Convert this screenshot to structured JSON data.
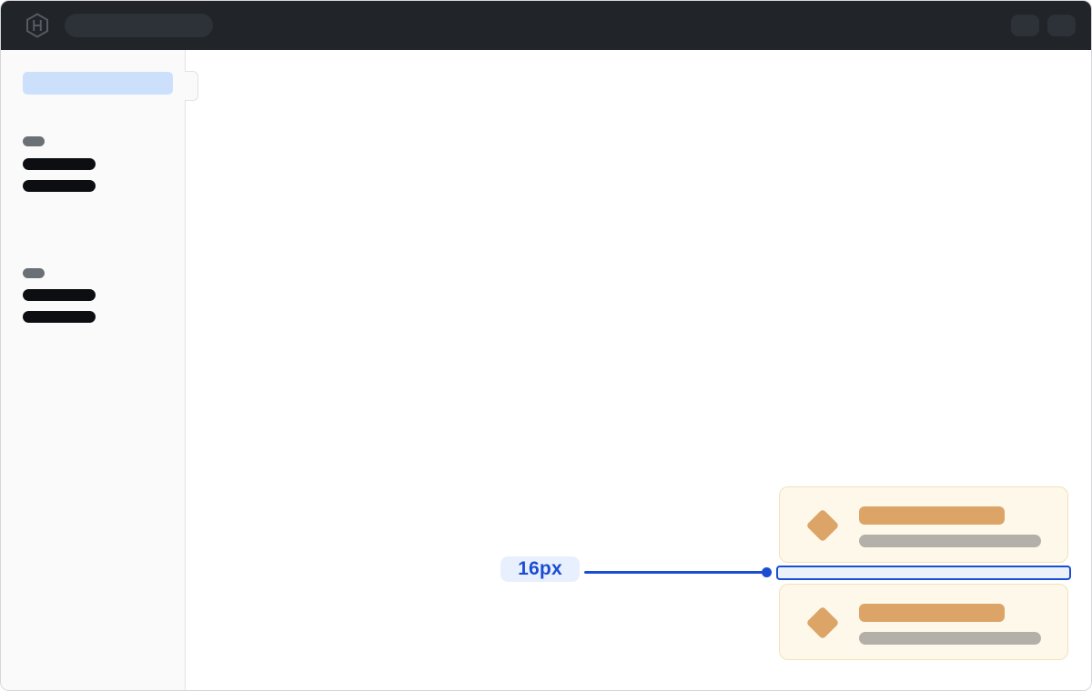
{
  "topbar": {
    "logo_icon": "hashicorp-logo",
    "search_skeleton": "search-field-placeholder",
    "action_skeletons": [
      "action-chip-1",
      "action-chip-2"
    ]
  },
  "sidebar": {
    "active_item_skeleton": "selected-nav-item-placeholder",
    "collapse_handle": "sidebar-collapse-handle",
    "groups": [
      {
        "heading_skeleton": true,
        "item_skeletons": 2
      },
      {
        "heading_skeleton": true,
        "item_skeletons": 2
      }
    ]
  },
  "main": {
    "cards": [
      {
        "icon": "diamond",
        "title_skeleton": true,
        "subtitle_skeleton": true
      },
      {
        "icon": "diamond",
        "title_skeleton": true,
        "subtitle_skeleton": true
      }
    ]
  },
  "annotation": {
    "label": "16px",
    "target": "vertical-gap-between-cards"
  },
  "colors": {
    "topbar_bg": "#212429",
    "topbar_chip": "#2d3138",
    "logo": "#565a62",
    "sidebar_bg": "#fafafa",
    "sidebar_border": "#e2e2e7",
    "active_skeleton": "#cce0fb",
    "heading_skeleton": "#6b7077",
    "item_skeleton": "#0c0e11",
    "card_bg": "#fdf8e9",
    "card_border": "#f3e2bc",
    "accent_orange": "#dca467",
    "subtitle_skeleton": "#b3b0a9",
    "accent_blue": "#1b4dd2",
    "label_bg": "#e9f0fd",
    "highlight_bg": "#eaf1fb",
    "window_border": "#d6d6da"
  }
}
